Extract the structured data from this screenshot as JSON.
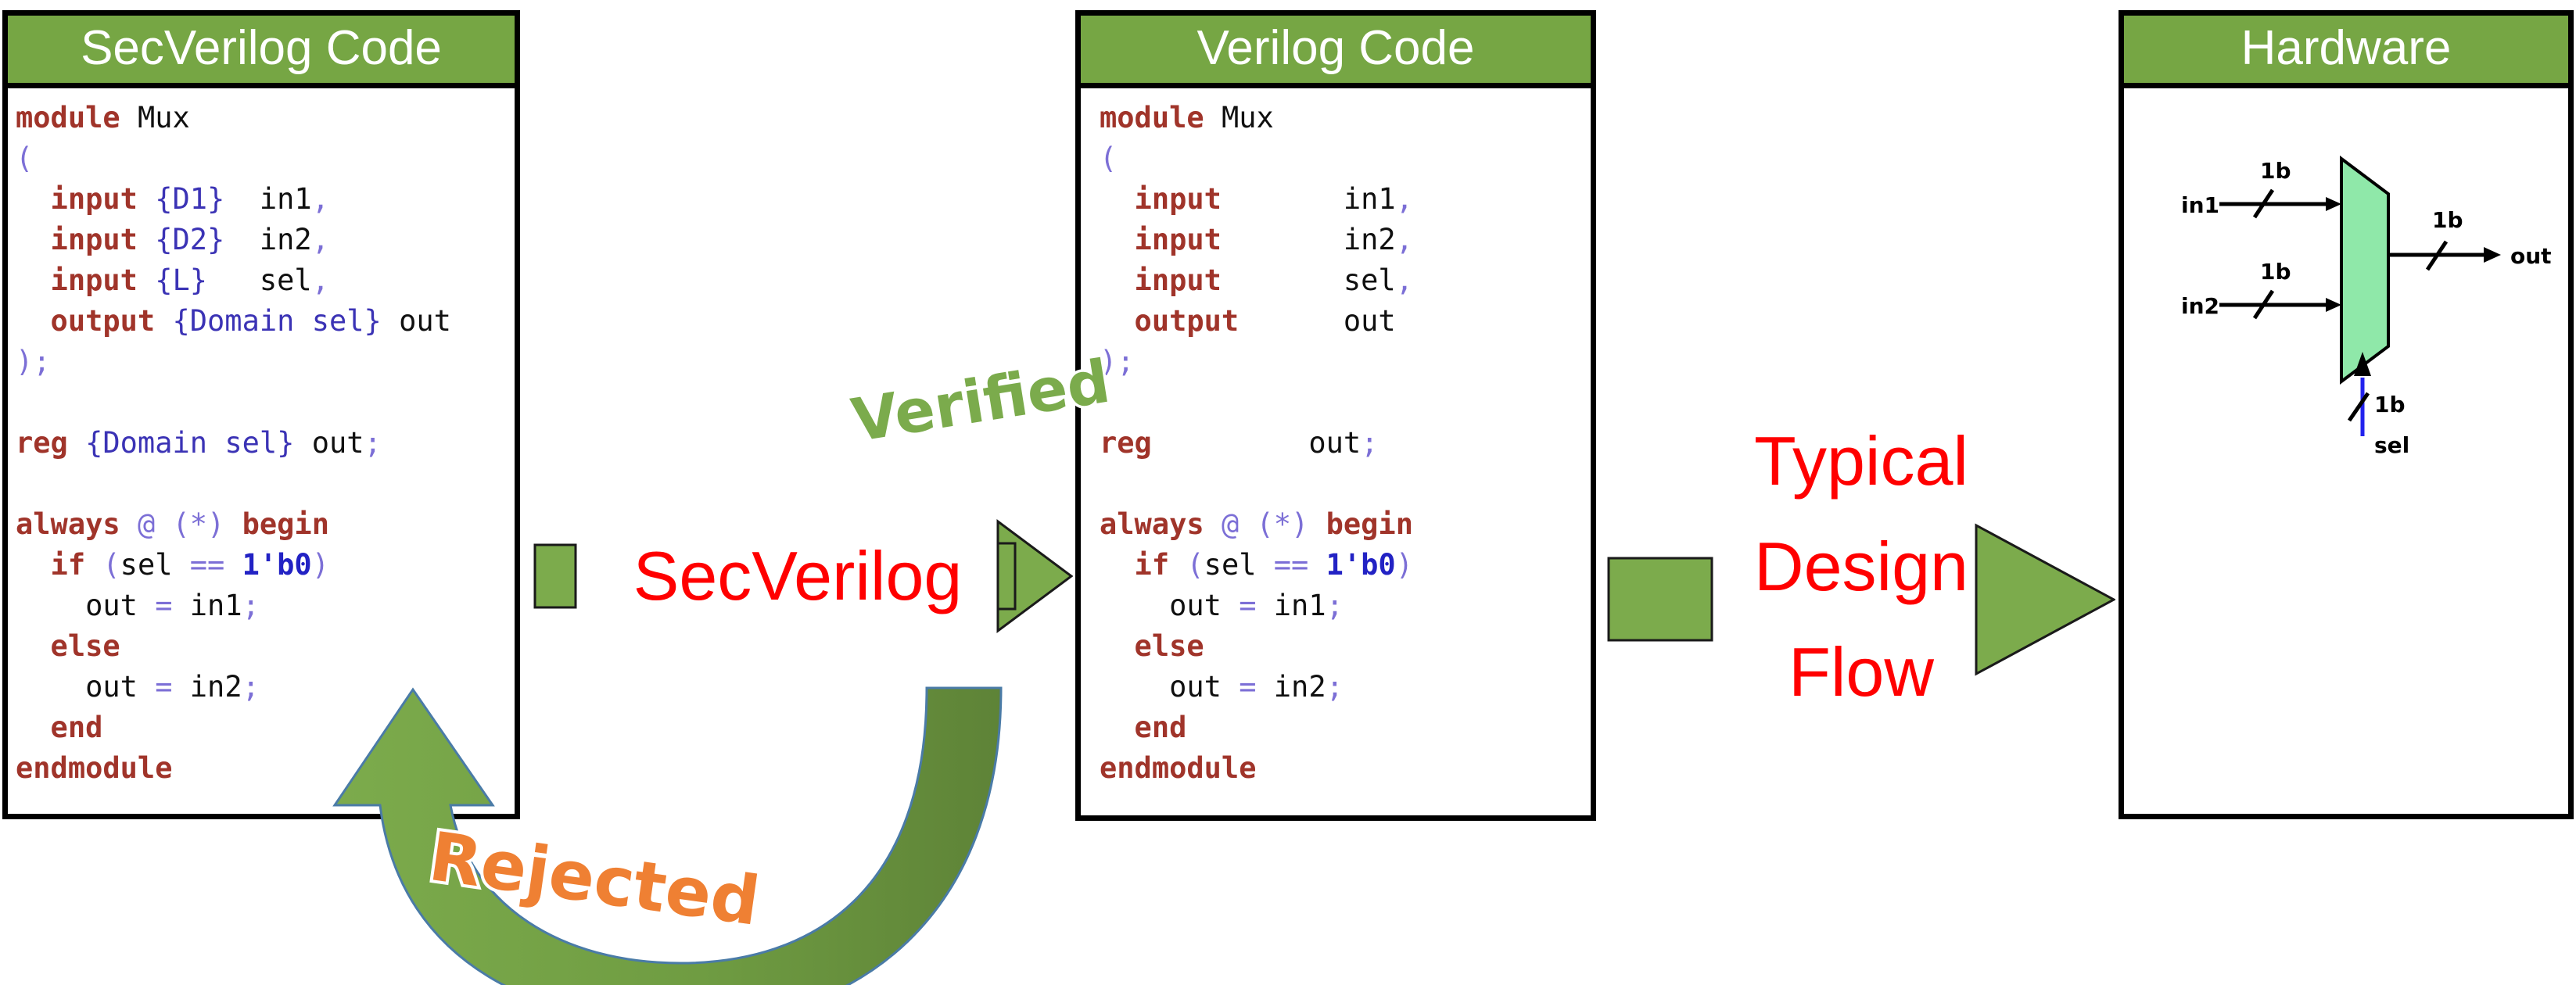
{
  "colors": {
    "green_header": "#76a644",
    "green_arrow": "#7cab4c",
    "green_arrow_dark": "#6b8f3a",
    "red_label": "#ff0000",
    "verified_green": "#7bab4c",
    "rejected_orange": "#ef8033",
    "mux_fill": "#8fe8a9",
    "sel_blue": "#2222ee",
    "code_keyword": "#a0342a",
    "code_label": "#3b33b5",
    "code_punct": "#7c6fd6",
    "code_number": "#2222c4"
  },
  "panels": [
    {
      "id": "secverilog",
      "title": "SecVerilog Code",
      "code_lines": [
        [
          {
            "t": "module ",
            "c": "kw"
          },
          {
            "t": "Mux",
            "c": "id"
          }
        ],
        [
          {
            "t": "(",
            "c": "pun"
          }
        ],
        [
          {
            "t": "  input ",
            "c": "kw"
          },
          {
            "t": "{D1}",
            "c": "lbl"
          },
          {
            "t": "  in1",
            "c": "id"
          },
          {
            "t": ",",
            "c": "pun"
          }
        ],
        [
          {
            "t": "  input ",
            "c": "kw"
          },
          {
            "t": "{D2}",
            "c": "lbl"
          },
          {
            "t": "  in2",
            "c": "id"
          },
          {
            "t": ",",
            "c": "pun"
          }
        ],
        [
          {
            "t": "  input ",
            "c": "kw"
          },
          {
            "t": "{L}",
            "c": "lbl"
          },
          {
            "t": "   sel",
            "c": "id"
          },
          {
            "t": ",",
            "c": "pun"
          }
        ],
        [
          {
            "t": "  output ",
            "c": "kw"
          },
          {
            "t": "{Domain sel}",
            "c": "lbl"
          },
          {
            "t": " out",
            "c": "id"
          }
        ],
        [
          {
            "t": ");",
            "c": "pun"
          }
        ],
        [
          {
            "t": "",
            "c": "id"
          }
        ],
        [
          {
            "t": "reg ",
            "c": "kw"
          },
          {
            "t": "{Domain sel}",
            "c": "lbl"
          },
          {
            "t": " out",
            "c": "id"
          },
          {
            "t": ";",
            "c": "pun"
          }
        ],
        [
          {
            "t": "",
            "c": "id"
          }
        ],
        [
          {
            "t": "always ",
            "c": "kw"
          },
          {
            "t": "@ (*) ",
            "c": "pun"
          },
          {
            "t": "begin",
            "c": "kw"
          }
        ],
        [
          {
            "t": "  if ",
            "c": "kw"
          },
          {
            "t": "(",
            "c": "pun"
          },
          {
            "t": "sel ",
            "c": "id"
          },
          {
            "t": "== ",
            "c": "pun"
          },
          {
            "t": "1'b0",
            "c": "num"
          },
          {
            "t": ")",
            "c": "pun"
          }
        ],
        [
          {
            "t": "    out ",
            "c": "id"
          },
          {
            "t": "= ",
            "c": "pun"
          },
          {
            "t": "in1",
            "c": "id"
          },
          {
            "t": ";",
            "c": "pun"
          }
        ],
        [
          {
            "t": "  else",
            "c": "kw"
          }
        ],
        [
          {
            "t": "    out ",
            "c": "id"
          },
          {
            "t": "= ",
            "c": "pun"
          },
          {
            "t": "in2",
            "c": "id"
          },
          {
            "t": ";",
            "c": "pun"
          }
        ],
        [
          {
            "t": "  end",
            "c": "kw"
          }
        ],
        [
          {
            "t": "endmodule",
            "c": "kw"
          }
        ]
      ]
    },
    {
      "id": "verilog",
      "title": "Verilog Code",
      "code_lines": [
        [
          {
            "t": "module ",
            "c": "kw"
          },
          {
            "t": "Mux",
            "c": "id"
          }
        ],
        [
          {
            "t": "(",
            "c": "pun"
          }
        ],
        [
          {
            "t": "  input       ",
            "c": "kw"
          },
          {
            "t": "in1",
            "c": "id"
          },
          {
            "t": ",",
            "c": "pun"
          }
        ],
        [
          {
            "t": "  input       ",
            "c": "kw"
          },
          {
            "t": "in2",
            "c": "id"
          },
          {
            "t": ",",
            "c": "pun"
          }
        ],
        [
          {
            "t": "  input       ",
            "c": "kw"
          },
          {
            "t": "sel",
            "c": "id"
          },
          {
            "t": ",",
            "c": "pun"
          }
        ],
        [
          {
            "t": "  output      ",
            "c": "kw"
          },
          {
            "t": "out",
            "c": "id"
          }
        ],
        [
          {
            "t": ");",
            "c": "pun"
          }
        ],
        [
          {
            "t": "",
            "c": "id"
          }
        ],
        [
          {
            "t": "reg         ",
            "c": "kw"
          },
          {
            "t": "out",
            "c": "id"
          },
          {
            "t": ";",
            "c": "pun"
          }
        ],
        [
          {
            "t": "",
            "c": "id"
          }
        ],
        [
          {
            "t": "always ",
            "c": "kw"
          },
          {
            "t": "@ (*) ",
            "c": "pun"
          },
          {
            "t": "begin",
            "c": "kw"
          }
        ],
        [
          {
            "t": "  if ",
            "c": "kw"
          },
          {
            "t": "(",
            "c": "pun"
          },
          {
            "t": "sel ",
            "c": "id"
          },
          {
            "t": "== ",
            "c": "pun"
          },
          {
            "t": "1'b0",
            "c": "num"
          },
          {
            "t": ")",
            "c": "pun"
          }
        ],
        [
          {
            "t": "    out ",
            "c": "id"
          },
          {
            "t": "= ",
            "c": "pun"
          },
          {
            "t": "in1",
            "c": "id"
          },
          {
            "t": ";",
            "c": "pun"
          }
        ],
        [
          {
            "t": "  else",
            "c": "kw"
          }
        ],
        [
          {
            "t": "    out ",
            "c": "id"
          },
          {
            "t": "= ",
            "c": "pun"
          },
          {
            "t": "in2",
            "c": "id"
          },
          {
            "t": ";",
            "c": "pun"
          }
        ],
        [
          {
            "t": "  end",
            "c": "kw"
          }
        ],
        [
          {
            "t": "endmodule",
            "c": "kw"
          }
        ]
      ]
    },
    {
      "id": "hardware",
      "title": "Hardware"
    }
  ],
  "flow": {
    "arrow1_label": "SecVerilog",
    "arrow2_label": "Typical\nDesign\nFlow",
    "verified_label": "Verified",
    "rejected_label": "Rejected"
  },
  "hardware_diagram": {
    "in1_label": "in1",
    "in2_label": "in2",
    "sel_label": "sel",
    "out_label": "out",
    "in1_width": "1b",
    "in2_width": "1b",
    "sel_width": "1b",
    "out_width": "1b"
  }
}
